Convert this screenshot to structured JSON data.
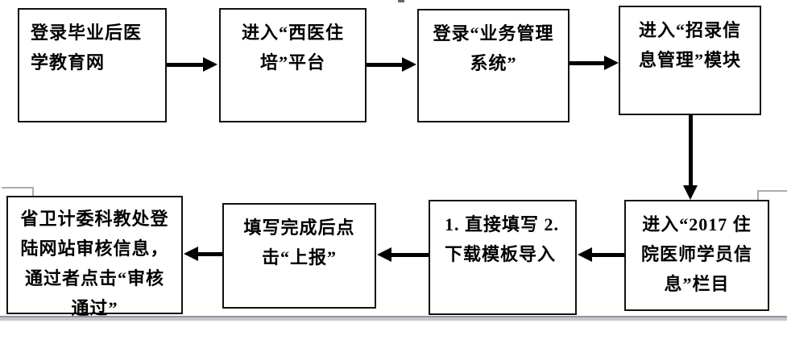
{
  "flowchart": {
    "steps": [
      {
        "id": "step-1",
        "text": "登录毕业后医\n学教育网"
      },
      {
        "id": "step-2",
        "text": "进入“西医住\n培”平台"
      },
      {
        "id": "step-3",
        "text": "登录“业务管理\n系统”"
      },
      {
        "id": "step-4",
        "text": "进入“招录信\n息管理”模块"
      },
      {
        "id": "step-5",
        "text": "进入“2017 住\n院医师学员信\n息”栏目"
      },
      {
        "id": "step-6",
        "text": "1. 直接填写 2.\n下载模板导入"
      },
      {
        "id": "step-7",
        "text": "填写完成后点\n击“上报”"
      },
      {
        "id": "step-8",
        "text": "省卫计委科教处登\n陆网站审核信息，\n通过者点击“审核\n通过”"
      }
    ],
    "arrows": [
      {
        "from": "step-1",
        "to": "step-2",
        "direction": "right"
      },
      {
        "from": "step-2",
        "to": "step-3",
        "direction": "right"
      },
      {
        "from": "step-3",
        "to": "step-4",
        "direction": "right"
      },
      {
        "from": "step-4",
        "to": "step-5",
        "direction": "down"
      },
      {
        "from": "step-5",
        "to": "step-6",
        "direction": "left"
      },
      {
        "from": "step-6",
        "to": "step-7",
        "direction": "left"
      },
      {
        "from": "step-7",
        "to": "step-8",
        "direction": "left"
      }
    ],
    "colors": {
      "box_border": "#111111",
      "text": "#000000",
      "arrow": "#000000",
      "page_break_band": "#c6c6cc",
      "page_break_edge": "#94949c",
      "anchor_mark": "#ababaf",
      "background": "#ffffff"
    }
  }
}
